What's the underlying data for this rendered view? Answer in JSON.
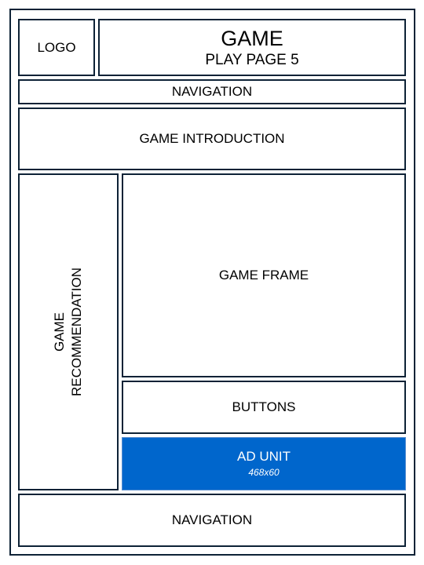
{
  "logo": "LOGO",
  "title": {
    "line1": "GAME",
    "line2": "PLAY PAGE 5"
  },
  "navigation_top": "NAVIGATION",
  "game_introduction": "GAME INTRODUCTION",
  "game_recommendation": {
    "line1": "GAME",
    "line2": "RECOMMENDATION"
  },
  "game_frame": "GAME FRAME",
  "buttons": "BUTTONS",
  "ad_unit": {
    "label": "AD UNIT",
    "size": "468x60",
    "color": "#0066cc"
  },
  "navigation_bottom": "NAVIGATION"
}
